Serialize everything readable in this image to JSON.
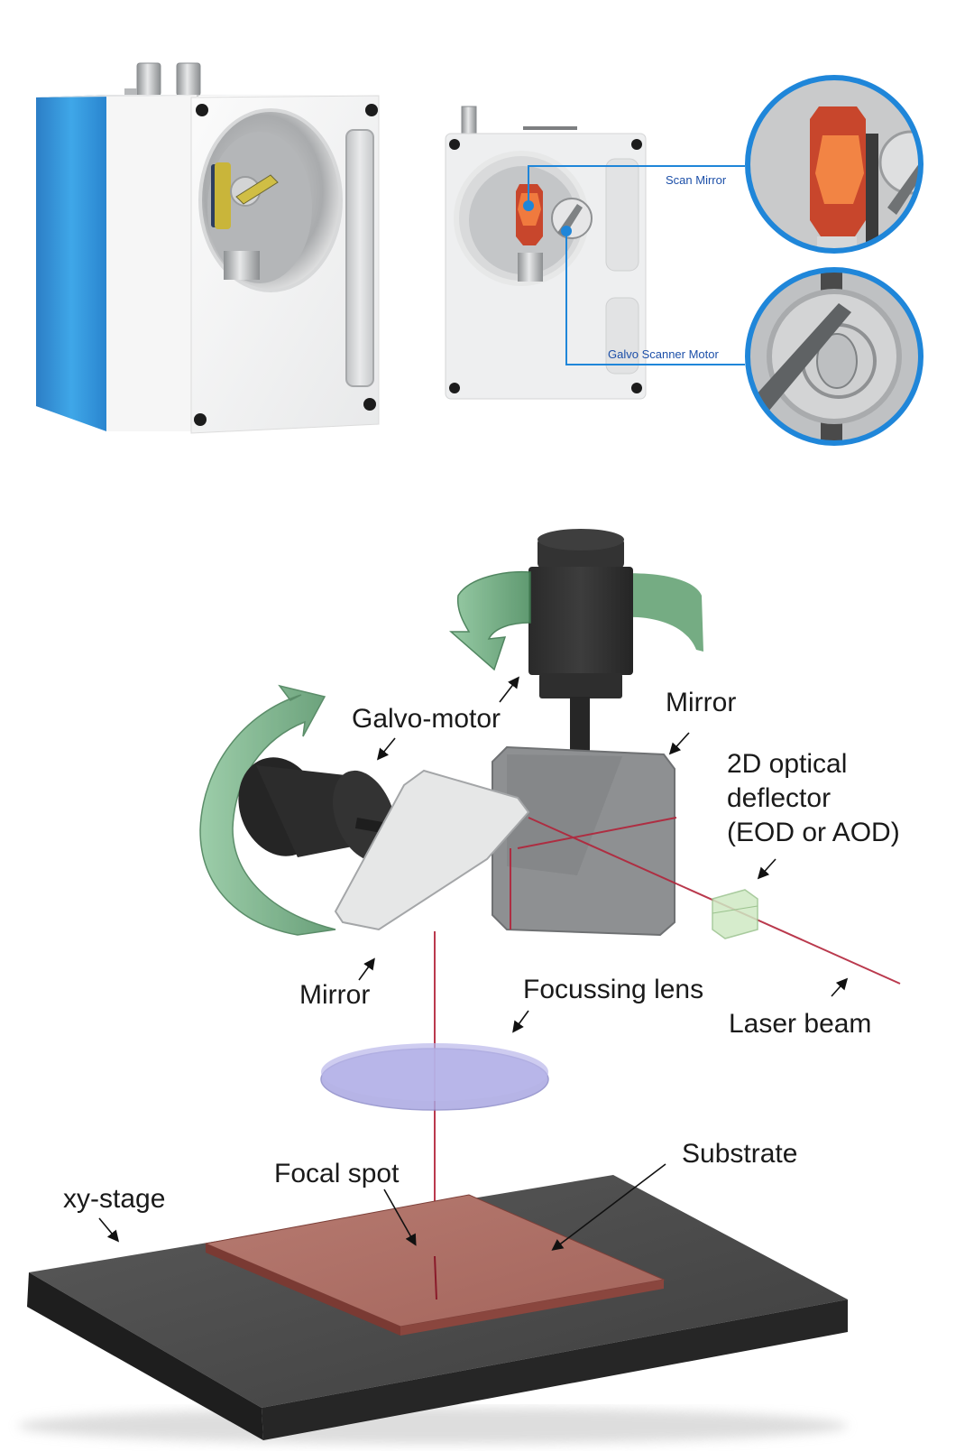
{
  "product_photos": {
    "callouts": [
      {
        "id": "scan-mirror",
        "label": "Scan Mirror"
      },
      {
        "id": "galvo-scanner-motor",
        "label": "Galvo Scanner Motor"
      }
    ],
    "colors": {
      "housing_blue": "#2e8fd8",
      "housing_white": "#f4f5f6",
      "callout_blue": "#1f86d9",
      "mirror_orange": "#f07a3e",
      "mirror_red": "#c8462c",
      "gold_mirror": "#c9b53a"
    }
  },
  "schematic": {
    "labels": {
      "galvo_motor": "Galvo-motor",
      "mirror_top": "Mirror",
      "deflector_line1": "2D optical",
      "deflector_line2": "deflector",
      "deflector_line3": "(EOD or AOD)",
      "mirror_bottom": "Mirror",
      "focussing_lens": "Focussing lens",
      "laser_beam": "Laser beam",
      "substrate": "Substrate",
      "focal_spot": "Focal spot",
      "xy_stage": "xy-stage"
    },
    "colors": {
      "motor": "#2d2d2d",
      "rotation_arrow": "#6aa97a",
      "mirror_gray": "#8e9092",
      "mirror_light": "#e6e7e7",
      "laser": "#b2243a",
      "lens": "#aaa8e2",
      "deflector": "#cfe9c4",
      "substrate": "#b06f66",
      "stage": "#2f2f2f"
    }
  }
}
